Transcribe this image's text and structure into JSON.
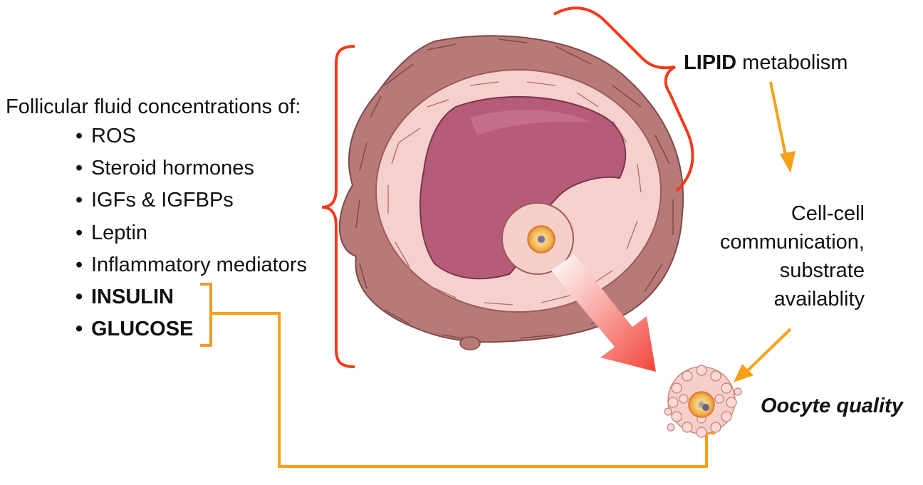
{
  "left_panel": {
    "lead": "Follicular fluid concentrations of:",
    "bullet_glyph": "•",
    "items": [
      {
        "label": "ROS",
        "emphasis": false
      },
      {
        "label": "Steroid hormones",
        "emphasis": false
      },
      {
        "label": "IGFs & IGFBPs",
        "emphasis": false
      },
      {
        "label": "Leptin",
        "emphasis": false
      },
      {
        "label": "Inflammatory mediators",
        "emphasis": false
      },
      {
        "label": "INSULIN",
        "emphasis": true
      },
      {
        "label": "GLUCOSE",
        "emphasis": true
      }
    ]
  },
  "lipid": {
    "bold": "LIPID",
    "rest": " metabolism"
  },
  "cell_comm": [
    "Cell-cell",
    "communication,",
    "substrate",
    "availablity"
  ],
  "outcome": "Oocyte quality",
  "colors": {
    "brace_red": "#f23a1c",
    "arrow_orange": "#f7a11a",
    "bracket_orange": "#f39a22",
    "follicle_theca": "#b87a78",
    "follicle_antrum": "#b65c78",
    "granulosa": "#f6d0cc"
  },
  "icons": [
    "follicle-illustration",
    "oocyte-illustration"
  ]
}
